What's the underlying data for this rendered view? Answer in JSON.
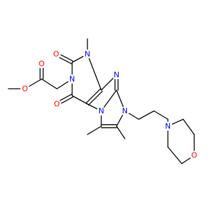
{
  "molecule": {
    "colors": {
      "bond": "#000000",
      "C": "#000000",
      "N": "#0000ff",
      "O": "#ff0000"
    },
    "atoms": [
      {
        "id": "O_me",
        "element": "O",
        "label": "O"
      },
      {
        "id": "O_ketC",
        "element": "O",
        "label": "O"
      },
      {
        "id": "O_2",
        "element": "O",
        "label": "O"
      },
      {
        "id": "O_6",
        "element": "O",
        "label": "O"
      },
      {
        "id": "N_1",
        "element": "N",
        "label": "N"
      },
      {
        "id": "N_3",
        "element": "N",
        "label": "N"
      },
      {
        "id": "N_7",
        "element": "N",
        "label": "N"
      },
      {
        "id": "N_9",
        "element": "N",
        "label": "N"
      },
      {
        "id": "N_i1",
        "element": "N",
        "label": "N"
      },
      {
        "id": "N_morph",
        "element": "N",
        "label": "N"
      },
      {
        "id": "O_morph",
        "element": "O",
        "label": "O"
      }
    ]
  }
}
